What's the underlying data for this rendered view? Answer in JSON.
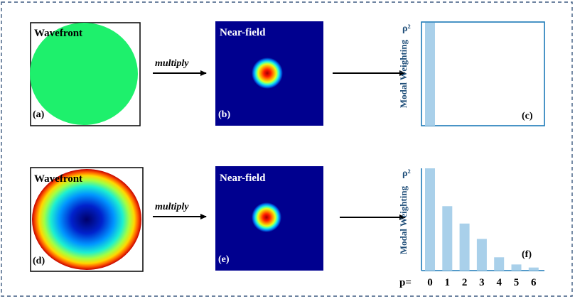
{
  "rows": [
    {
      "wavefront": {
        "title": "Wavefront",
        "panel_label": "(a)",
        "style": "flat",
        "fill": "#1ef06c"
      },
      "arrow1_label": "multiply",
      "nearfield": {
        "title": "Near-field",
        "panel_label": "(b)"
      },
      "weights": {
        "panel_label": "(c)",
        "ylabel": "Modal Weighting",
        "ymax_label": "ρ²",
        "x_prefix": "",
        "show_ticks": false,
        "values": [
          1,
          0,
          0,
          0,
          0,
          0,
          0
        ]
      }
    },
    {
      "wavefront": {
        "title": "Wavefront",
        "panel_label": "(d)",
        "style": "curved"
      },
      "arrow1_label": "multiply",
      "nearfield": {
        "title": "Near-field",
        "panel_label": "(e)"
      },
      "weights": {
        "panel_label": "(f)",
        "ylabel": "Modal Weighting",
        "ymax_label": "ρ²",
        "x_prefix": "p=",
        "show_ticks": true,
        "values": [
          1,
          0.63,
          0.46,
          0.31,
          0.13,
          0.06,
          0.03
        ]
      }
    }
  ],
  "mode_indices": [
    "0",
    "1",
    "2",
    "3",
    "4",
    "5",
    "6"
  ],
  "colors": {
    "border_dash": "#3d5a80",
    "panel_frame": "#111111",
    "weights_frame": "#1c79b7",
    "bar_fill": "#a9d0ea",
    "nearfield_bg": "#00008f",
    "text_light": "#ffffff",
    "ylabel_color": "#1f4e79"
  }
}
